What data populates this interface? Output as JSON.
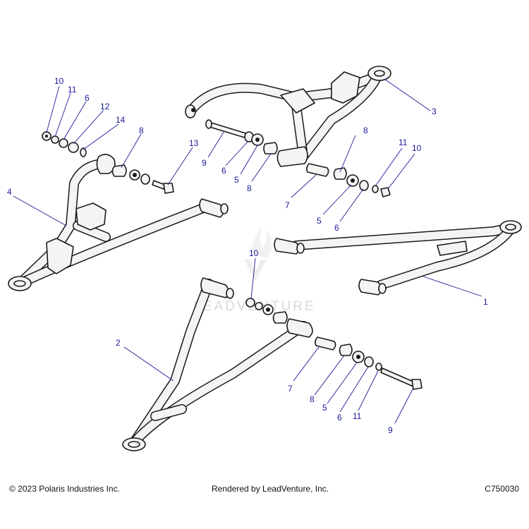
{
  "watermark": {
    "text": "LEADVENTURE"
  },
  "footer": {
    "copyright": "© 2023 Polaris Industries Inc.",
    "rendered_by": "Rendered by LeadVenture, Inc.",
    "diagram_code": "C750030"
  },
  "callouts": [
    {
      "id": "c-10-a",
      "label": "10"
    },
    {
      "id": "c-11-a",
      "label": "11"
    },
    {
      "id": "c-6-a",
      "label": "6"
    },
    {
      "id": "c-12",
      "label": "12"
    },
    {
      "id": "c-14",
      "label": "14"
    },
    {
      "id": "c-8-a",
      "label": "8"
    },
    {
      "id": "c-13",
      "label": "13"
    },
    {
      "id": "c-4",
      "label": "4"
    },
    {
      "id": "c-3",
      "label": "3"
    },
    {
      "id": "c-9-a",
      "label": "9"
    },
    {
      "id": "c-6-b",
      "label": "6"
    },
    {
      "id": "c-5-a",
      "label": "5"
    },
    {
      "id": "c-8-b",
      "label": "8"
    },
    {
      "id": "c-8-c",
      "label": "8"
    },
    {
      "id": "c-7-a",
      "label": "7"
    },
    {
      "id": "c-11-b",
      "label": "11"
    },
    {
      "id": "c-10-b",
      "label": "10"
    },
    {
      "id": "c-5-b",
      "label": "5"
    },
    {
      "id": "c-6-c",
      "label": "6"
    },
    {
      "id": "c-10-c",
      "label": "10"
    },
    {
      "id": "c-1",
      "label": "1"
    },
    {
      "id": "c-2",
      "label": "2"
    },
    {
      "id": "c-7-b",
      "label": "7"
    },
    {
      "id": "c-8-d",
      "label": "8"
    },
    {
      "id": "c-5-c",
      "label": "5"
    },
    {
      "id": "c-6-d",
      "label": "6"
    },
    {
      "id": "c-11-c",
      "label": "11"
    },
    {
      "id": "c-9-b",
      "label": "9"
    }
  ]
}
